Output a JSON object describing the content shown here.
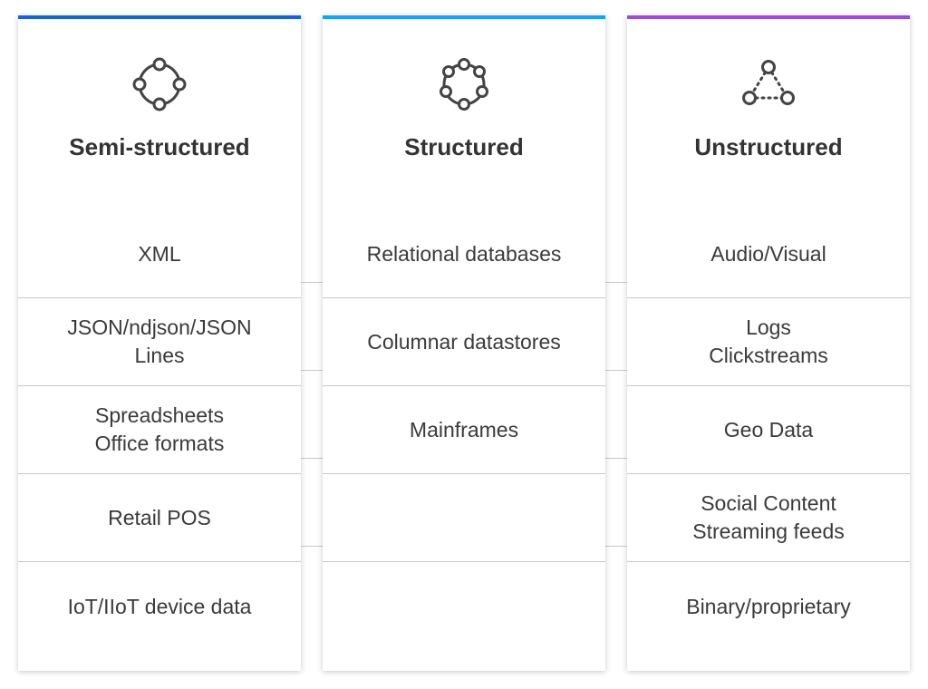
{
  "columns": [
    {
      "title": "Semi-structured",
      "accent_color": "#1f5fd1",
      "icon": "connected-ring-icon",
      "items": [
        "XML",
        "JSON/ndjson/JSON\nLines",
        "Spreadsheets\nOffice formats",
        "Retail POS",
        "IoT/IIoT device data"
      ]
    },
    {
      "title": "Structured",
      "accent_color": "#1ea0f0",
      "icon": "connected-octagon-icon",
      "items": [
        "Relational databases",
        "Columnar datastores",
        "Mainframes",
        "",
        ""
      ]
    },
    {
      "title": "Unstructured",
      "accent_color": "#9b4fcf",
      "icon": "dotted-triangle-icon",
      "items": [
        "Audio/Visual",
        "Logs\nClickstreams",
        "Geo Data",
        "Social Content\nStreaming feeds",
        "Binary/proprietary"
      ]
    }
  ]
}
